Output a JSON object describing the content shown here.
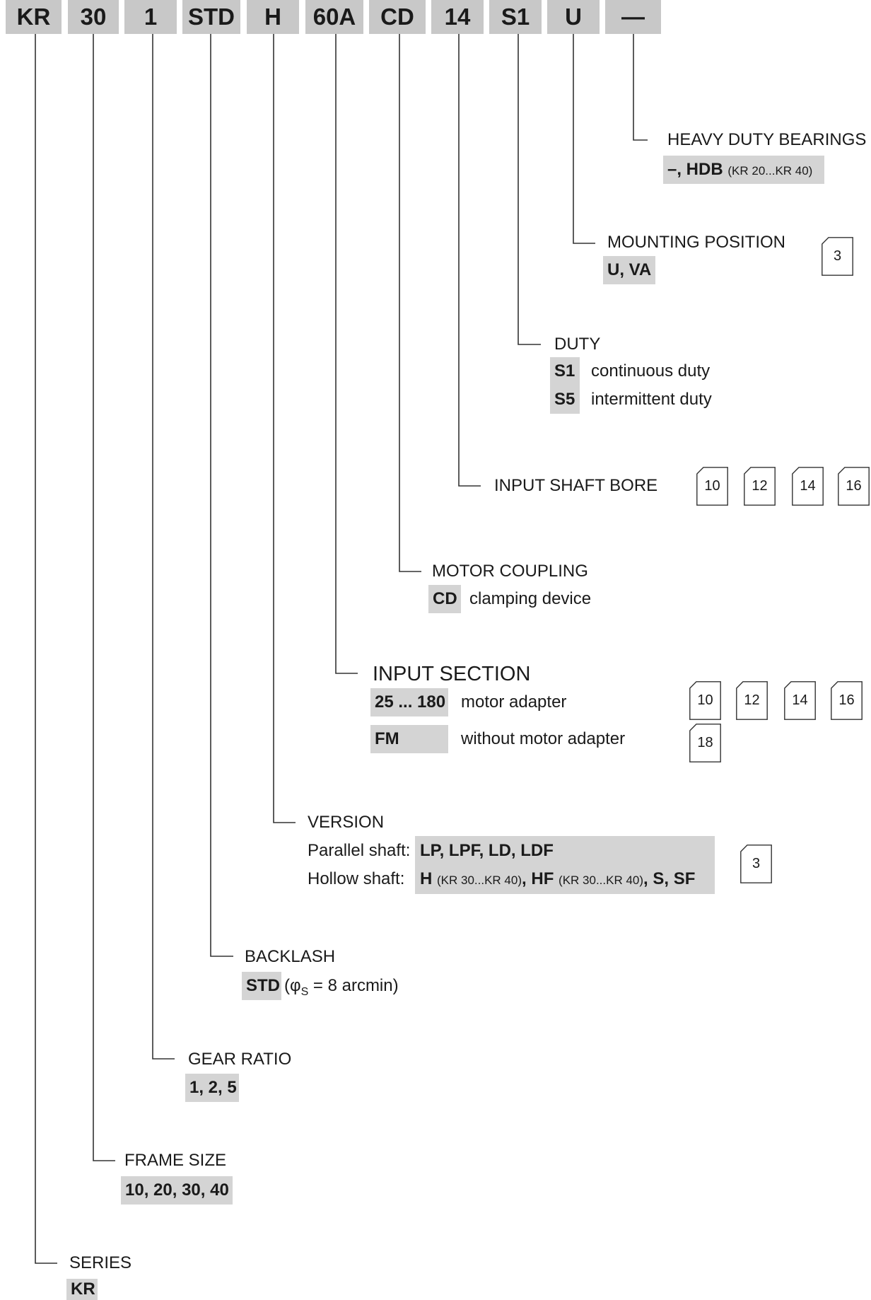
{
  "code_segments": [
    "KR",
    "30",
    "1",
    "STD",
    "H",
    "60A",
    "CD",
    "14",
    "S1",
    "U",
    "—"
  ],
  "heavy_duty": {
    "title": "HEAVY DUTY BEARINGS",
    "values": "–, HDB",
    "note": "(KR 20...KR 40)"
  },
  "mounting": {
    "title": "MOUNTING POSITION",
    "values": "U, VA",
    "page_ref": "3"
  },
  "duty": {
    "title": "DUTY",
    "items": [
      {
        "code": "S1",
        "label": "continuous duty"
      },
      {
        "code": "S5",
        "label": "intermittent duty"
      }
    ]
  },
  "input_shaft_bore": {
    "title": "INPUT SHAFT BORE",
    "page_refs": [
      "10",
      "12",
      "14",
      "16"
    ]
  },
  "motor_coupling": {
    "title": "MOTOR COUPLING",
    "code": "CD",
    "label": "clamping device"
  },
  "input_section": {
    "title": "INPUT SECTION",
    "items": [
      {
        "code": "25 ... 180",
        "label": "motor adapter"
      },
      {
        "code": "FM",
        "label": "without motor adapter"
      }
    ],
    "page_refs": [
      "10",
      "12",
      "14",
      "16",
      "18"
    ]
  },
  "version": {
    "title": "VERSION",
    "parallel_label": "Parallel shaft:",
    "parallel_values": "LP, LPF, LD, LDF",
    "hollow_label": "Hollow shaft:",
    "hollow_h": "H",
    "hollow_h_note": "(KR 30...KR 40)",
    "hollow_hf": "HF",
    "hollow_hf_note": "(KR 30...KR 40)",
    "hollow_rest": "S, SF",
    "sep": ",",
    "page_ref": "3"
  },
  "backlash": {
    "title": "BACKLASH",
    "code": "STD",
    "note_prefix": "(φ",
    "note_sub": "S",
    "note_suffix": " = 8 arcmin)"
  },
  "gear_ratio": {
    "title": "GEAR RATIO",
    "values": "1, 2, 5"
  },
  "frame_size": {
    "title": "FRAME SIZE",
    "values": "10, 20, 30, 40"
  },
  "series": {
    "title": "SERIES",
    "values": "KR"
  }
}
